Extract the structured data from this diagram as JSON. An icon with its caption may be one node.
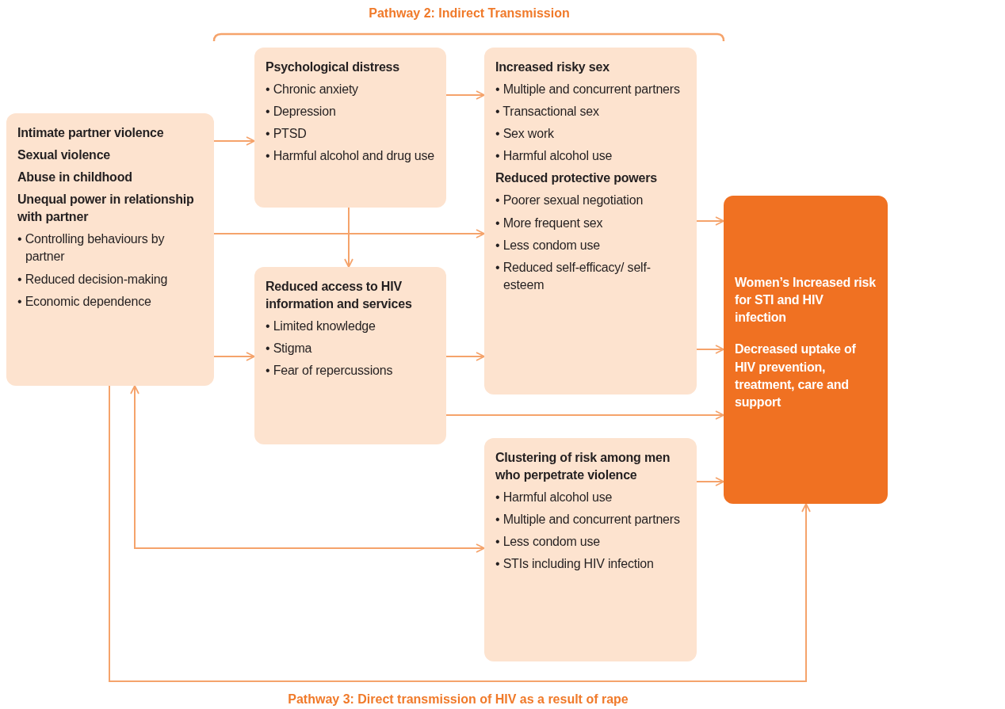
{
  "diagram": {
    "nodes": [
      {
        "text": [
          "Intimate partner violence",
          "Sexual violence",
          "Abuse in childhood",
          "Unequal power in relationship with partner",
          "• Controlling behaviours by partner",
          "• Reduced decision-making",
          "• Economic dependence"
        ]
      },
      {
        "text": [
          "Psychological distress",
          "• Chronic anxiety",
          "• Depression",
          "• PTSD",
          "• Harmful alcohol and drug use"
        ]
      },
      {
        "text": [
          "Reduced access to HIV information and services",
          "• Limited knowledge",
          "• Stigma",
          "• Fear of repercussions"
        ]
      },
      {
        "text": [
          "Increased risky sex",
          "• Multiple and concurrent partners",
          "• Transactional sex",
          "• Sex work",
          "• Harmful alcohol use",
          "Reduced protective powers",
          "• Poorer sexual negotiation",
          "• More frequent sex",
          "• Less condom use",
          "• Reduced self-efficacy/ self-esteem"
        ]
      },
      {
        "text": [
          "Clustering of risk among men who perpetrate violence",
          "• Harmful alcohol use",
          "• Multiple and concurrent partners",
          "• Less condom use",
          "• STIs including HIV infection"
        ]
      },
      {
        "text": [
          "Women’s Increased risk for STI and HIV infection",
          "Decreased uptake of HIV prevention, treatment, care and support"
        ]
      }
    ],
    "edges": [
      {
        "from": 0,
        "to": 1,
        "arrow": "to"
      },
      {
        "from": 0,
        "to": 3,
        "arrow": "to"
      },
      {
        "from": 0,
        "to": 2,
        "arrow": "to"
      },
      {
        "from": 1,
        "to": 3,
        "arrow": "to"
      },
      {
        "from": 1,
        "to": 2,
        "arrow": "to"
      },
      {
        "from": 2,
        "to": 3,
        "arrow": "to"
      },
      {
        "from": 2,
        "to": 5,
        "arrow": "to"
      },
      {
        "from": 3,
        "to": 5,
        "arrow": "to"
      },
      {
        "from": 3,
        "to": 5,
        "arrow": "to"
      },
      {
        "from": 4,
        "to": 5,
        "arrow": "to"
      },
      {
        "from": 0,
        "to": 4,
        "arrow": "both"
      },
      {
        "from": 0,
        "to": 5,
        "arrow": "to"
      }
    ],
    "labels": [
      "Pathway 2: Indirect Transmission",
      "Pathway 3: Direct transmission of HIV as a result of rape"
    ]
  }
}
